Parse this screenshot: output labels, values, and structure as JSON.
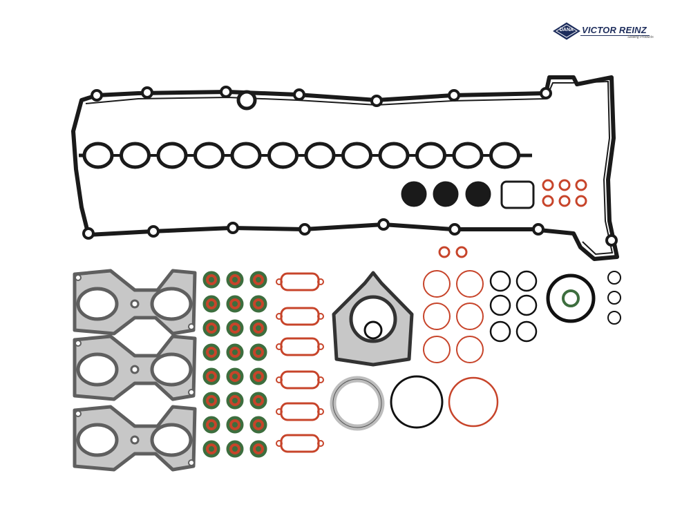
{
  "logo": {
    "brand": "VICTOR REINZ",
    "diamond_text": "DANA",
    "subtitle": "Sealing Products",
    "brand_color": "#1d2d5c"
  },
  "colors": {
    "black_rubber": "#1a1a1a",
    "metal": "#5f5f5f",
    "metal_light": "#c7c7c7",
    "copper": "#c7442a",
    "seal_green": "#3d6e3e",
    "silver": "#bdbdbd"
  },
  "parts": {
    "valve_cover_gasket": {
      "spark_plug_holes": 12
    },
    "exhaust_manifold_gaskets": {
      "count": 3
    },
    "valve_stem_seals": {
      "count": 24
    },
    "intake_gaskets": {
      "count": 6
    },
    "blanking_plugs": {
      "count": 3
    },
    "copper_washers": {
      "count": 8
    }
  }
}
